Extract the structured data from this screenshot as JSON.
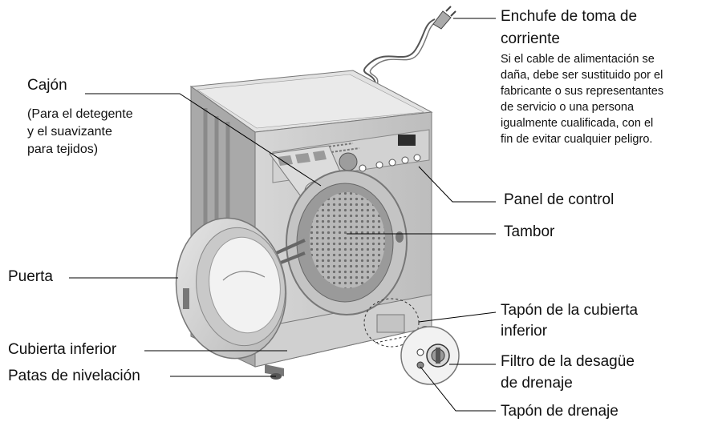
{
  "labels": {
    "plug": {
      "line1": "Enchufe de toma de",
      "line2": "corriente"
    },
    "plug_note": [
      "Si el cable de alimentación se",
      "daña, debe ser sustituido por el",
      "fabricante o sus representantes",
      "de servicio o una persona",
      "igualmente cualificada, con el",
      "fin de evitar cualquier peligro."
    ],
    "drawer": "Cajón",
    "drawer_note": [
      "(Para el detegente",
      "y el suavizante",
      "para tejidos)"
    ],
    "control_panel": "Panel de control",
    "drum": "Tambor",
    "door": "Puerta",
    "lower_cover_cap": {
      "line1": "Tapón de la cubierta",
      "line2": "inferior"
    },
    "lower_cover": "Cubierta inferior",
    "drain_filter": {
      "line1": "Filtro de la desagüe",
      "line2": "de drenaje"
    },
    "leveling_feet": "Patas de nivelación",
    "drain_plug": "Tapón de drenaje"
  },
  "colors": {
    "body": "#c9c9c9",
    "top": "#e2e2e2",
    "side": "#a9a9a9",
    "drum": "#9a9a9a",
    "line": "#000000"
  }
}
